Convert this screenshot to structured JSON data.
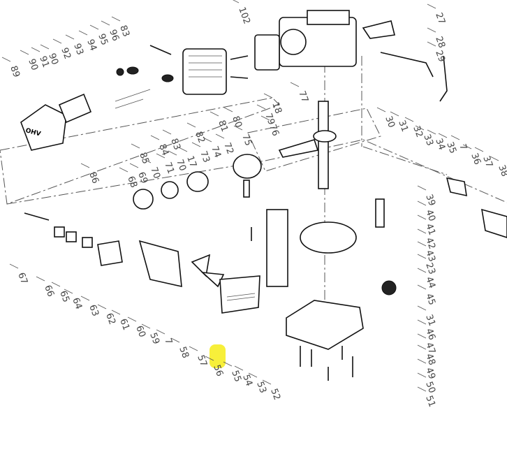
{
  "diagram": {
    "highlight_color": "#f7ef3a",
    "highlighted_label": "56",
    "engine_cover_logo": "OHV",
    "labels": [
      "102",
      "27",
      "28",
      "29",
      "83",
      "96",
      "95",
      "94",
      "93",
      "92",
      "90",
      "91",
      "90",
      "89",
      "18",
      "77",
      "79",
      "80",
      "81",
      "82",
      "83",
      "84",
      "85",
      "86",
      "76",
      "75",
      "74",
      "72",
      "73",
      "17",
      "70",
      "71",
      "70",
      "69",
      "68",
      "30",
      "31",
      "32",
      "33",
      "34",
      "35",
      "7",
      "36",
      "37",
      "38",
      "39",
      "40",
      "41",
      "42",
      "43",
      "23",
      "44",
      "45",
      "31",
      "46",
      "47",
      "48",
      "49",
      "50",
      "51",
      "67",
      "66",
      "65",
      "64",
      "63",
      "62",
      "61",
      "60",
      "59",
      "7",
      "58",
      "57",
      "56",
      "55",
      "54",
      "53",
      "52"
    ]
  }
}
